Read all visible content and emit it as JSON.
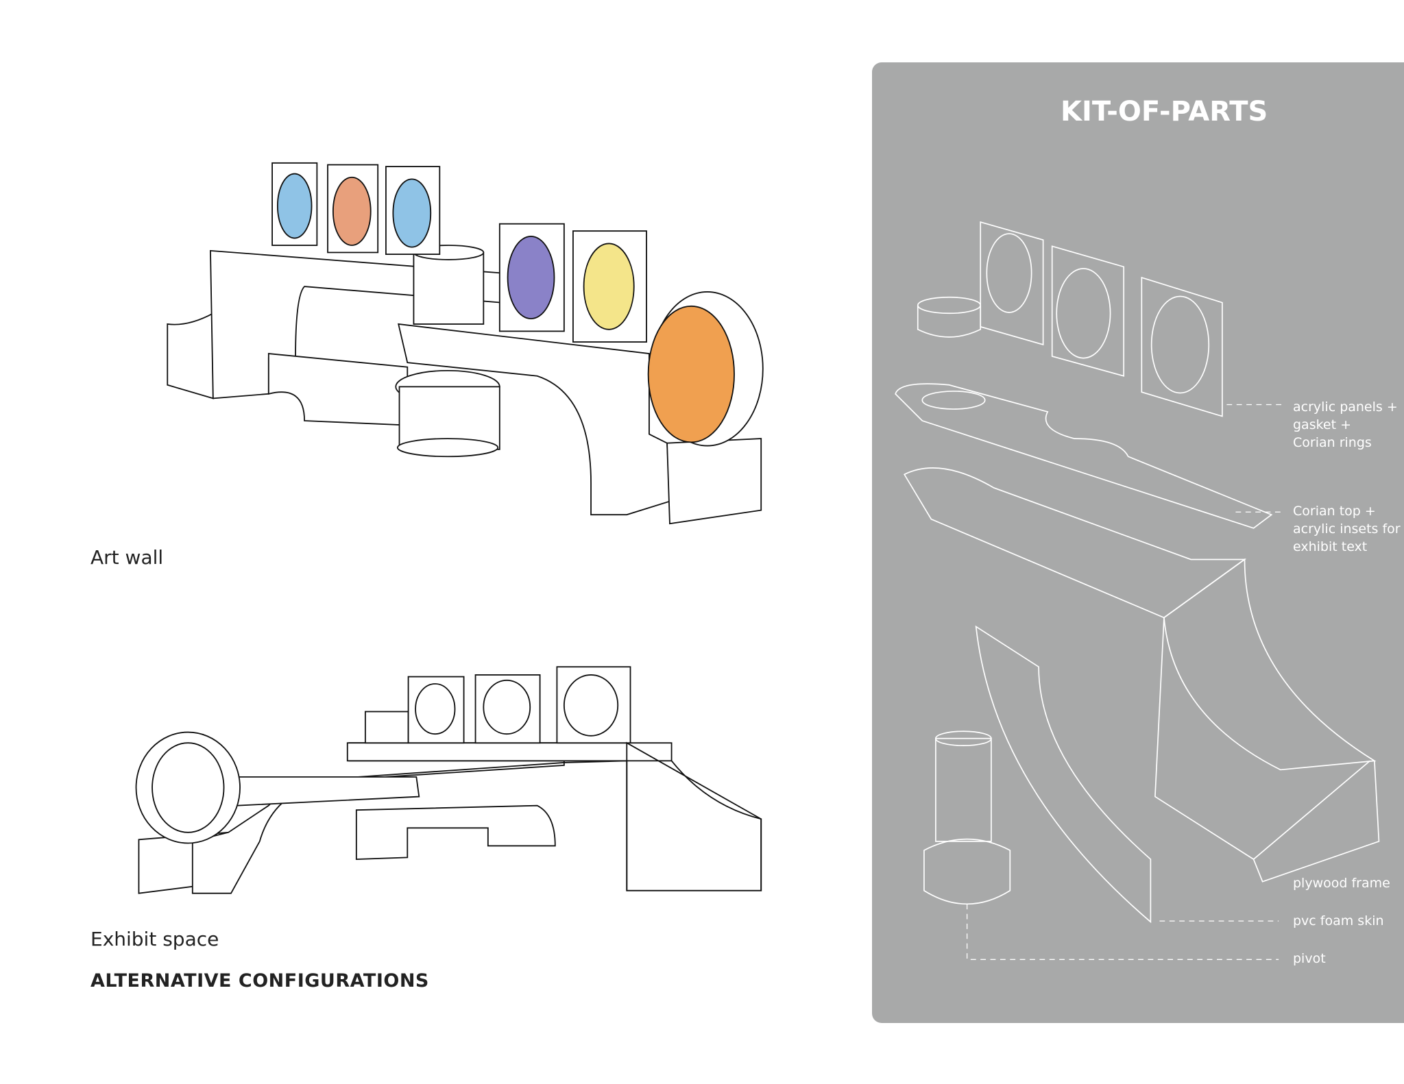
{
  "left": {
    "art_wall_caption": "Art wall",
    "exhibit_space_caption": "Exhibit space",
    "section_title": "ALTERNATIVE CONFIGURATIONS"
  },
  "kit_of_parts": {
    "title": "KIT-OF-PARTS",
    "labels": [
      "acrylic panels +",
      "gasket +",
      "Corian rings",
      "Corian top +",
      "acrylic insets for",
      "exhibit text",
      "plywood frame",
      "pvc foam skin",
      "pivot"
    ]
  },
  "colors": {
    "panel_bg": "#a8a9a9",
    "line": "#111111",
    "art_orange": "#f0a050",
    "art_yellow": "#f4e58a",
    "art_blue": "#8fc3e6",
    "art_purple": "#8a82c8"
  }
}
